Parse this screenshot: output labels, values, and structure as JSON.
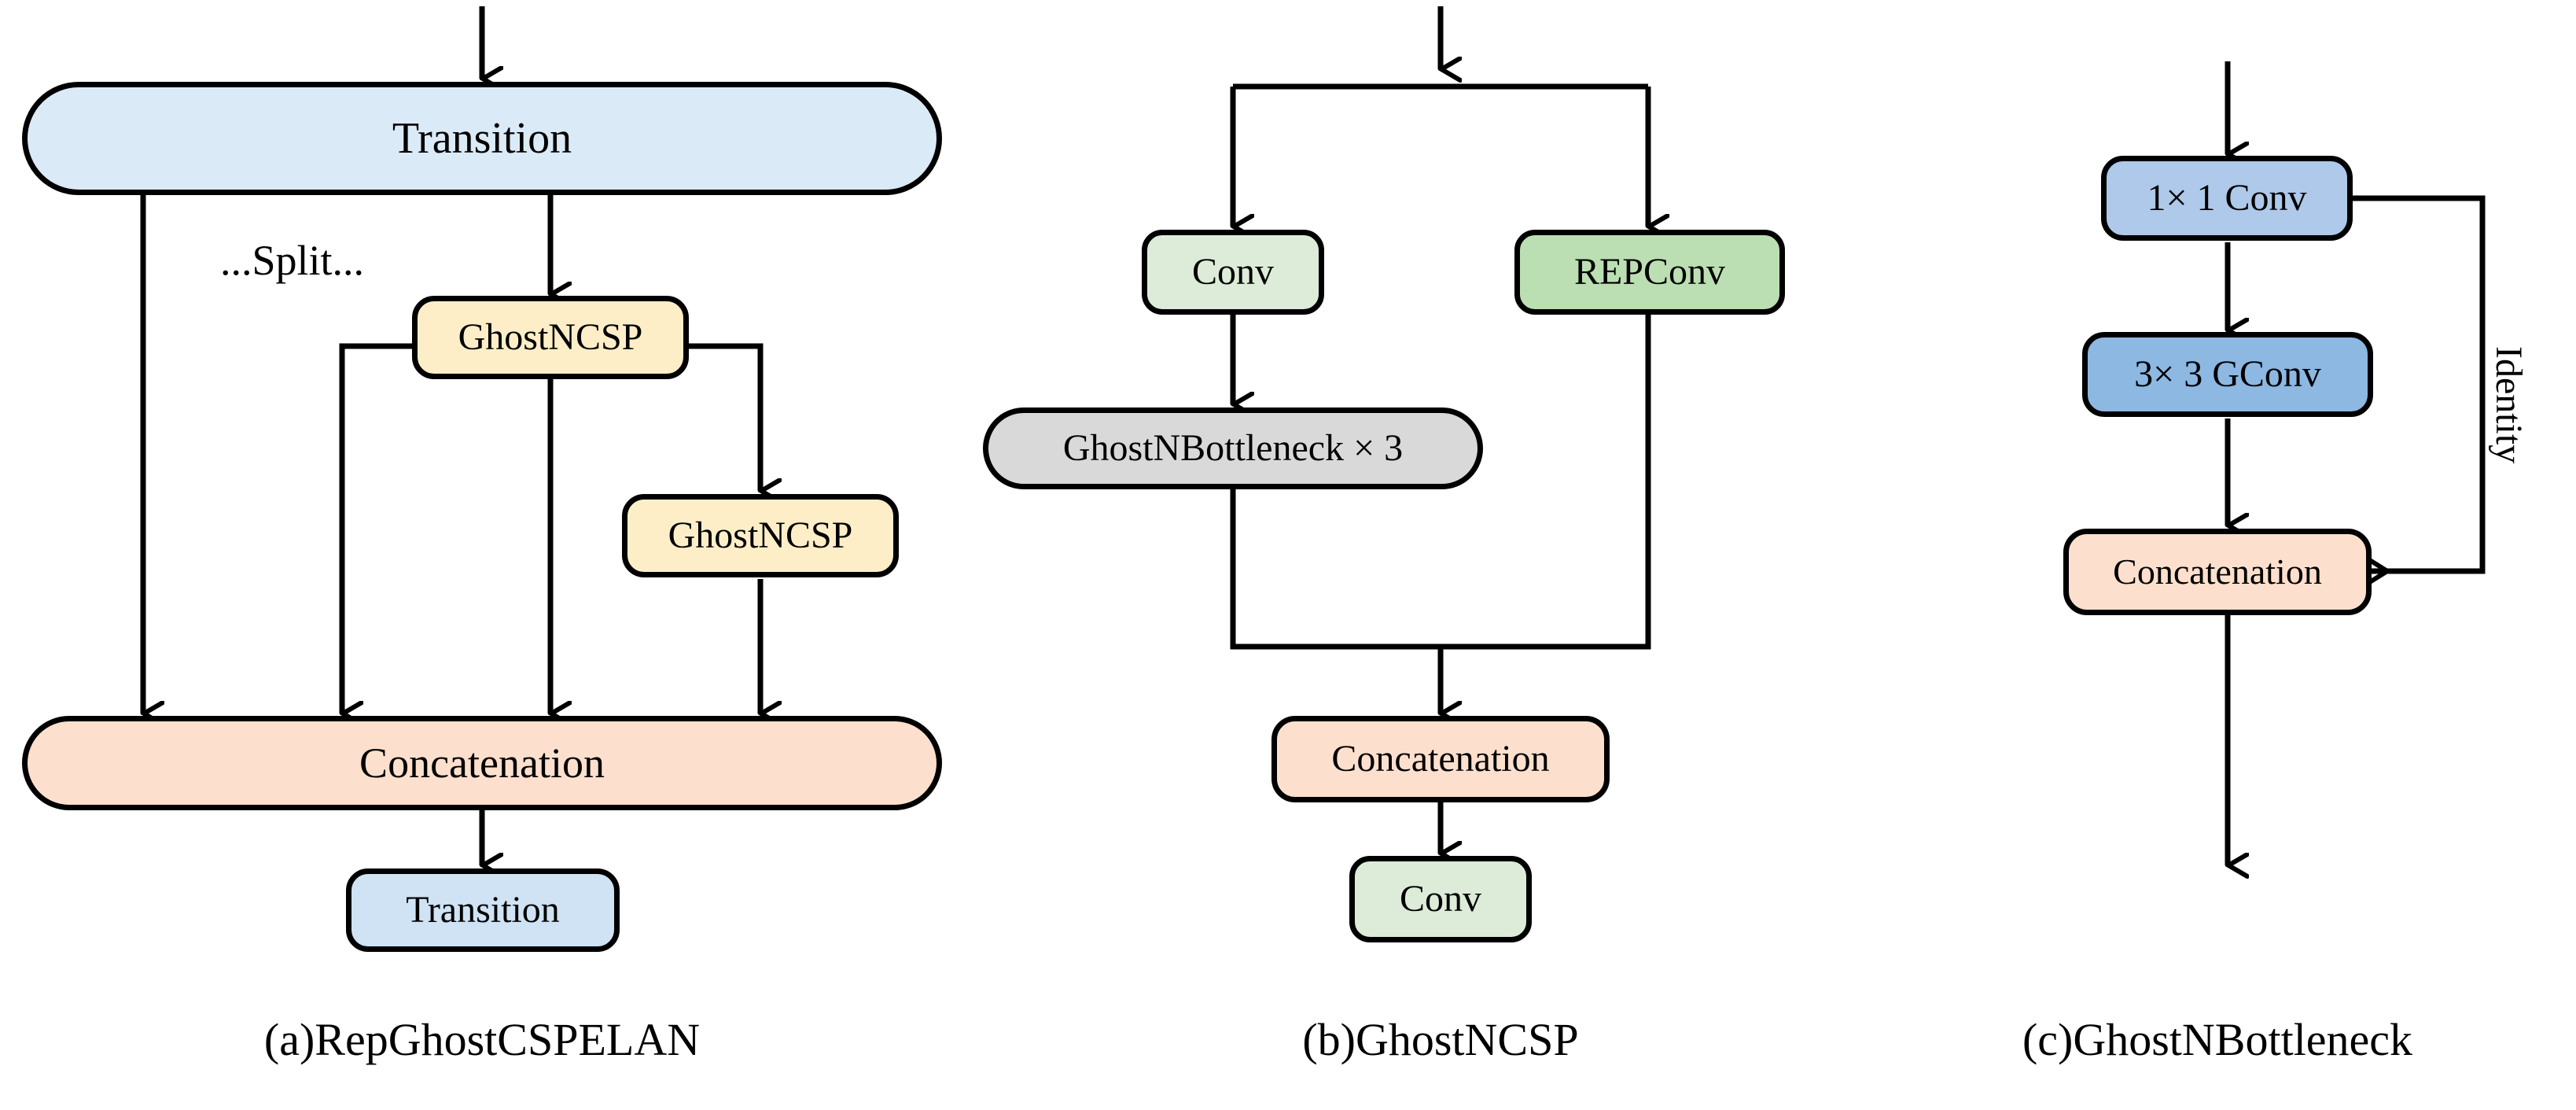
{
  "figure": {
    "background": "#ffffff",
    "stroke": "#000000"
  },
  "palette": {
    "transition_blue": "#dbeaf7",
    "ghostncsp_yellow": "#fdeec8",
    "concat_peach": "#fce0cd",
    "conv_pale_green": "#dcecd8",
    "repconv_green": "#bbdfb2",
    "bottleneck_gray": "#d9d9d9",
    "conv1x1_blue": "#aec9e9",
    "gconv_blue": "#8cb8e2"
  },
  "panels": [
    {
      "id": "a",
      "caption": "(a)RepGhostCSPELAN",
      "labels": [
        {
          "name": "split-label",
          "text": "...Split..."
        }
      ],
      "nodes": [
        {
          "name": "transition-top",
          "label": "Transition"
        },
        {
          "name": "ghostncsp-first",
          "label": "GhostNCSP"
        },
        {
          "name": "ghostncsp-second",
          "label": "GhostNCSP"
        },
        {
          "name": "concatenation",
          "label": "Concatenation"
        },
        {
          "name": "transition-bottom",
          "label": "Transition"
        }
      ]
    },
    {
      "id": "b",
      "caption": "(b)GhostNCSP",
      "labels": [],
      "nodes": [
        {
          "name": "conv-left",
          "label": "Conv"
        },
        {
          "name": "repconv",
          "label": "REPConv"
        },
        {
          "name": "ghostnbottleneck-x3",
          "label": "GhostNBottleneck  × 3"
        },
        {
          "name": "concatenation",
          "label": "Concatenation"
        },
        {
          "name": "conv-bottom",
          "label": "Conv"
        }
      ]
    },
    {
      "id": "c",
      "caption": "(c)GhostNBottleneck",
      "labels": [
        {
          "name": "identity-label",
          "text": "Identity"
        }
      ],
      "nodes": [
        {
          "name": "conv-1x1",
          "label": "1× 1 Conv"
        },
        {
          "name": "gconv-3x3",
          "label": "3× 3 GConv"
        },
        {
          "name": "concatenation",
          "label": "Concatenation"
        }
      ]
    }
  ]
}
